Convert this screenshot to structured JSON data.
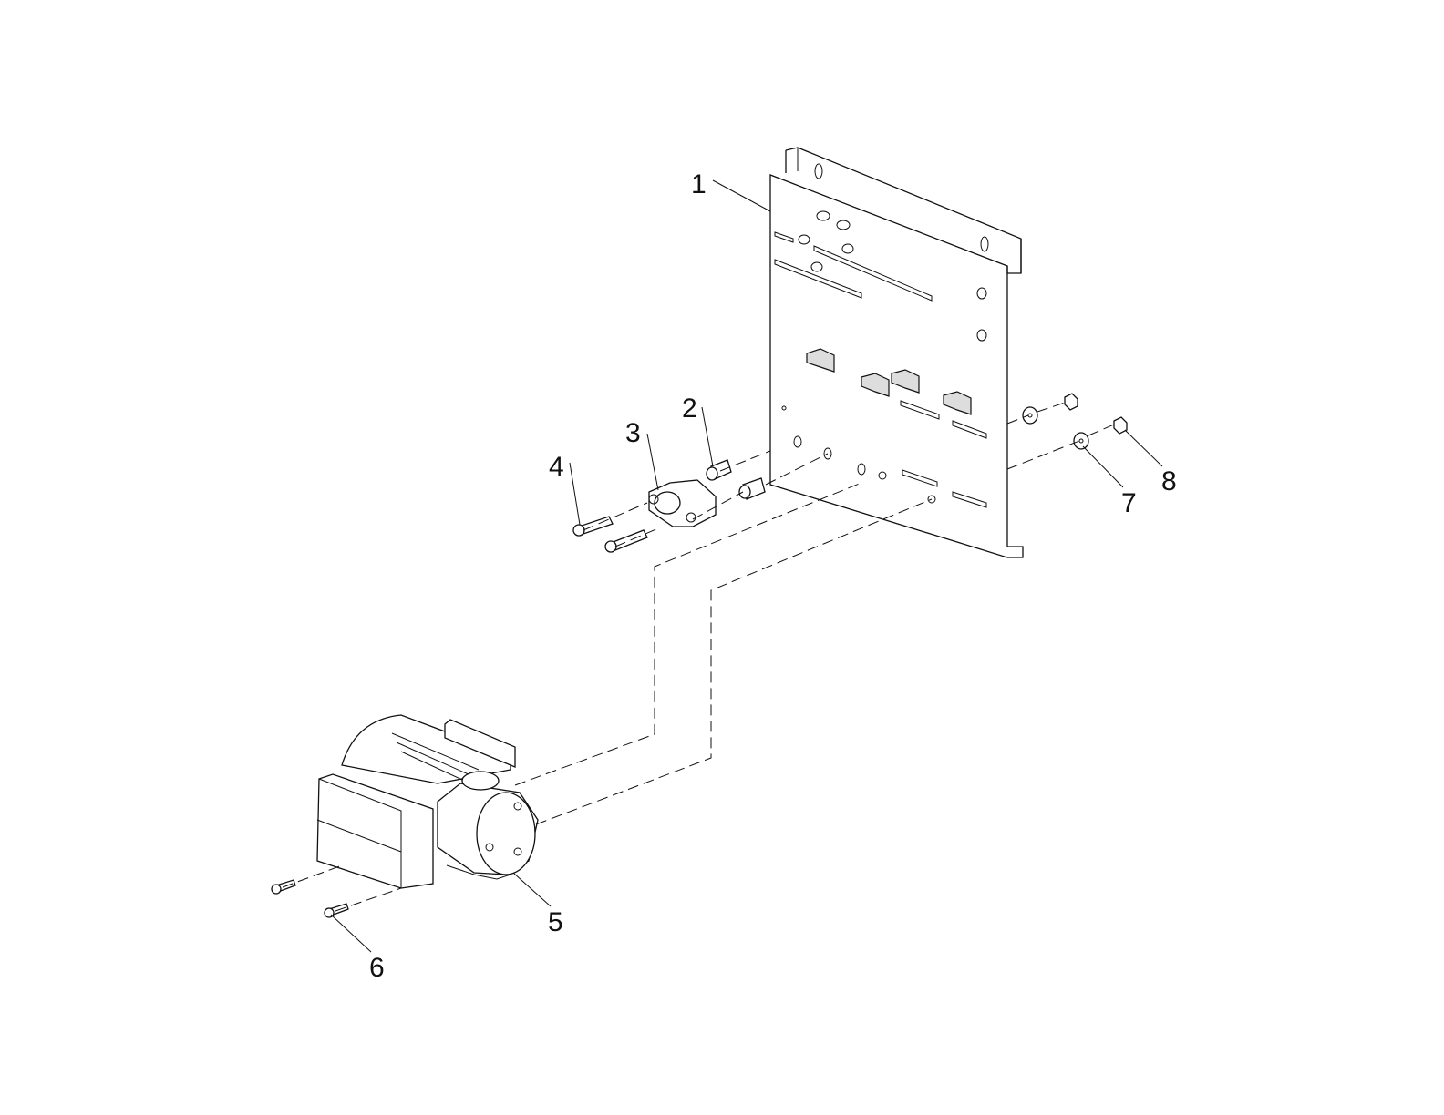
{
  "diagram": {
    "type": "exploded-parts-view",
    "callouts": [
      {
        "id": "1",
        "part": "mounting-bracket"
      },
      {
        "id": "2",
        "part": "spacer"
      },
      {
        "id": "3",
        "part": "flange"
      },
      {
        "id": "4",
        "part": "flange-screw"
      },
      {
        "id": "5",
        "part": "pump"
      },
      {
        "id": "6",
        "part": "pump-screw"
      },
      {
        "id": "7",
        "part": "washer"
      },
      {
        "id": "8",
        "part": "nut"
      }
    ]
  }
}
